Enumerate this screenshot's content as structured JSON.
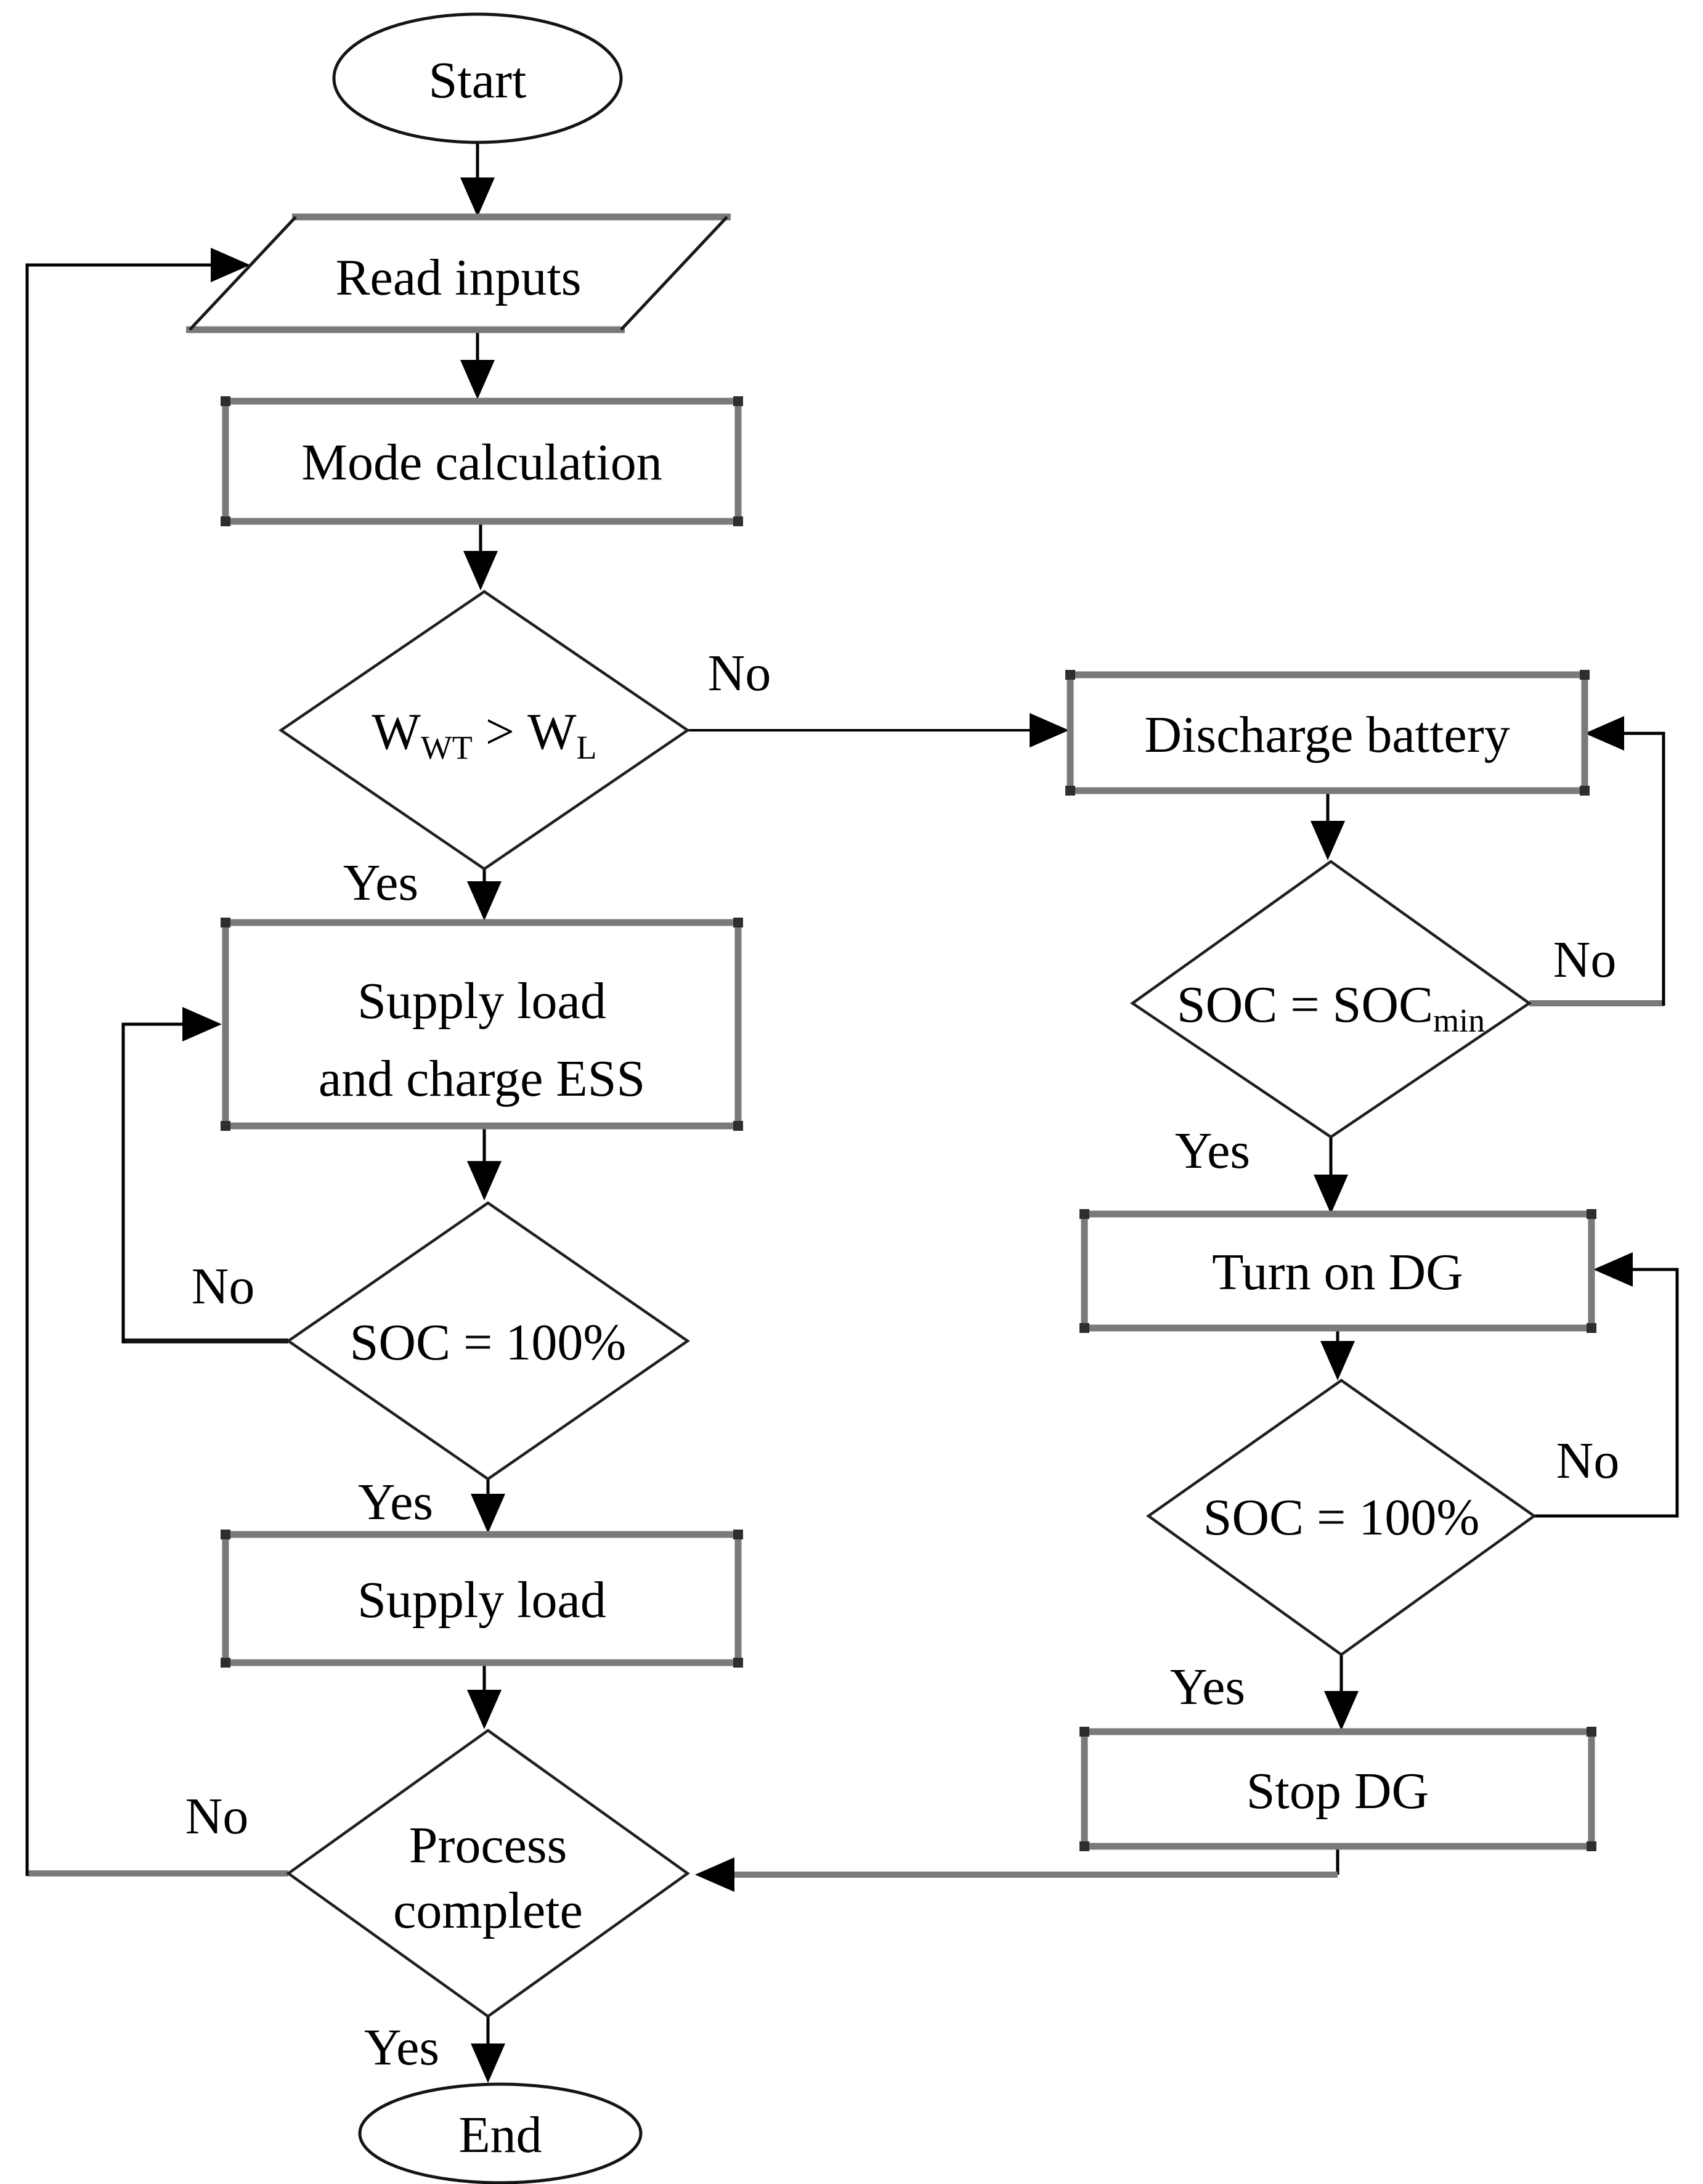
{
  "figure": {
    "type": "flowchart",
    "nodes": {
      "start": {
        "label": "Start"
      },
      "read_inputs": {
        "label": "Read inputs"
      },
      "mode_calculation": {
        "label": "Mode calculation"
      },
      "wind_decision": {
        "w1": "W",
        "sub1": "WT",
        "op": " > W",
        "sub2": "L"
      },
      "supply_charge": {
        "line1": "Supply load",
        "line2": "and charge ESS"
      },
      "soc_full_left": {
        "label": "SOC = 100%"
      },
      "supply_load": {
        "label": "Supply load"
      },
      "process_complete": {
        "line1": "Process",
        "line2": "complete"
      },
      "end": {
        "label": "End"
      },
      "discharge_battery": {
        "label": "Discharge battery"
      },
      "soc_min_decision": {
        "main": "SOC = SOC",
        "sub": "min"
      },
      "turn_on_dg": {
        "label": "Turn on DG"
      },
      "soc_full_right": {
        "label": "SOC = 100%"
      },
      "stop_dg": {
        "label": "Stop DG"
      }
    },
    "edge_labels": {
      "wind_no": "No",
      "wind_yes": "Yes",
      "soc_left_no": "No",
      "soc_left_yes": "Yes",
      "process_no": "No",
      "process_yes": "Yes",
      "soc_min_no": "No",
      "soc_min_yes": "Yes",
      "soc_right_no": "No",
      "soc_right_yes": "Yes"
    },
    "colors": {
      "box_border": "#7a7a7a",
      "line": "#000000",
      "text": "#000000",
      "background": "#ffffff"
    }
  }
}
